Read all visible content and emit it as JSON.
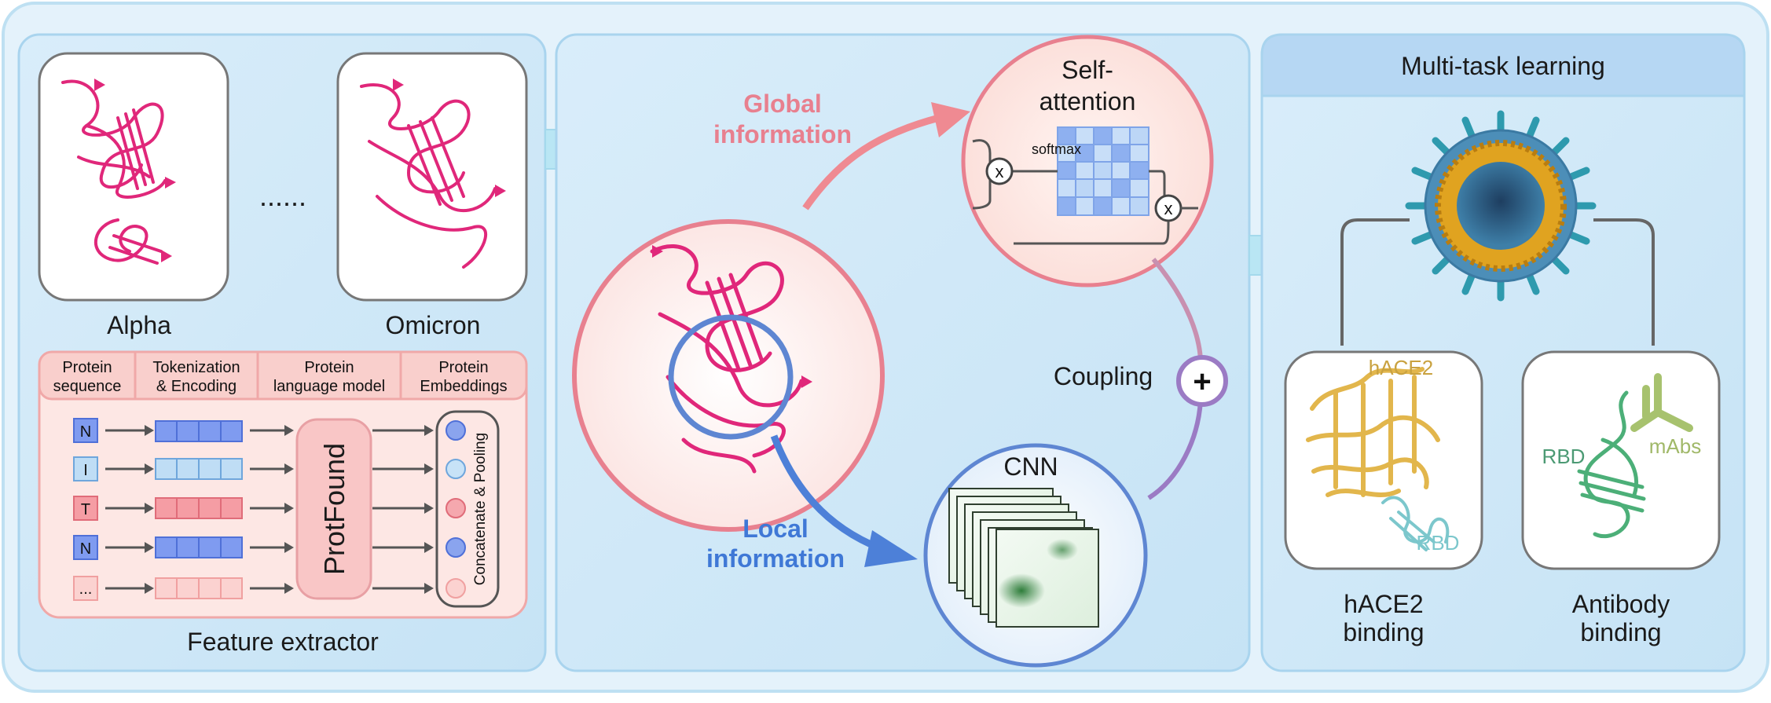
{
  "extractor": {
    "variant_left": "Alpha",
    "ellipsis": "......",
    "variant_right": "Omicron",
    "columns": [
      {
        "line1": "Protein",
        "line2": "sequence"
      },
      {
        "line1": "Tokenization",
        "line2": "& Encoding"
      },
      {
        "line1": "Protein",
        "line2": "language model"
      },
      {
        "line1": "Protein",
        "line2": "Embeddings"
      }
    ],
    "tokens": [
      "N",
      "I",
      "T",
      "N",
      "..."
    ],
    "model_label": "ProtFound",
    "pooling_label": "Concatenate & Pooling",
    "caption": "Feature extractor"
  },
  "fusion": {
    "global_line1": "Global",
    "global_line2": "information",
    "local_line1": "Local",
    "local_line2": "information",
    "attention_line1": "Self-",
    "attention_line2": "attention",
    "softmax_label": "softmax",
    "multiply_symbol": "x",
    "cnn_label": "CNN",
    "coupling_label": "Coupling",
    "plus_symbol": "+"
  },
  "multitask": {
    "header": "Multi-task learning",
    "hace2_tag": "hACE2",
    "rbd_tag_left": "RBD",
    "rbd_tag_right": "RBD",
    "mabs_tag": "mAbs",
    "task1_line1": "hACE2",
    "task1_line2": "binding",
    "task2_line1": "Antibody",
    "task2_line2": "binding"
  },
  "colors": {
    "pink": "#E0277A",
    "global": "#E8808F",
    "local": "#3F78D6",
    "purple": "#9B7BC4",
    "panel": "#D4E9F8"
  }
}
